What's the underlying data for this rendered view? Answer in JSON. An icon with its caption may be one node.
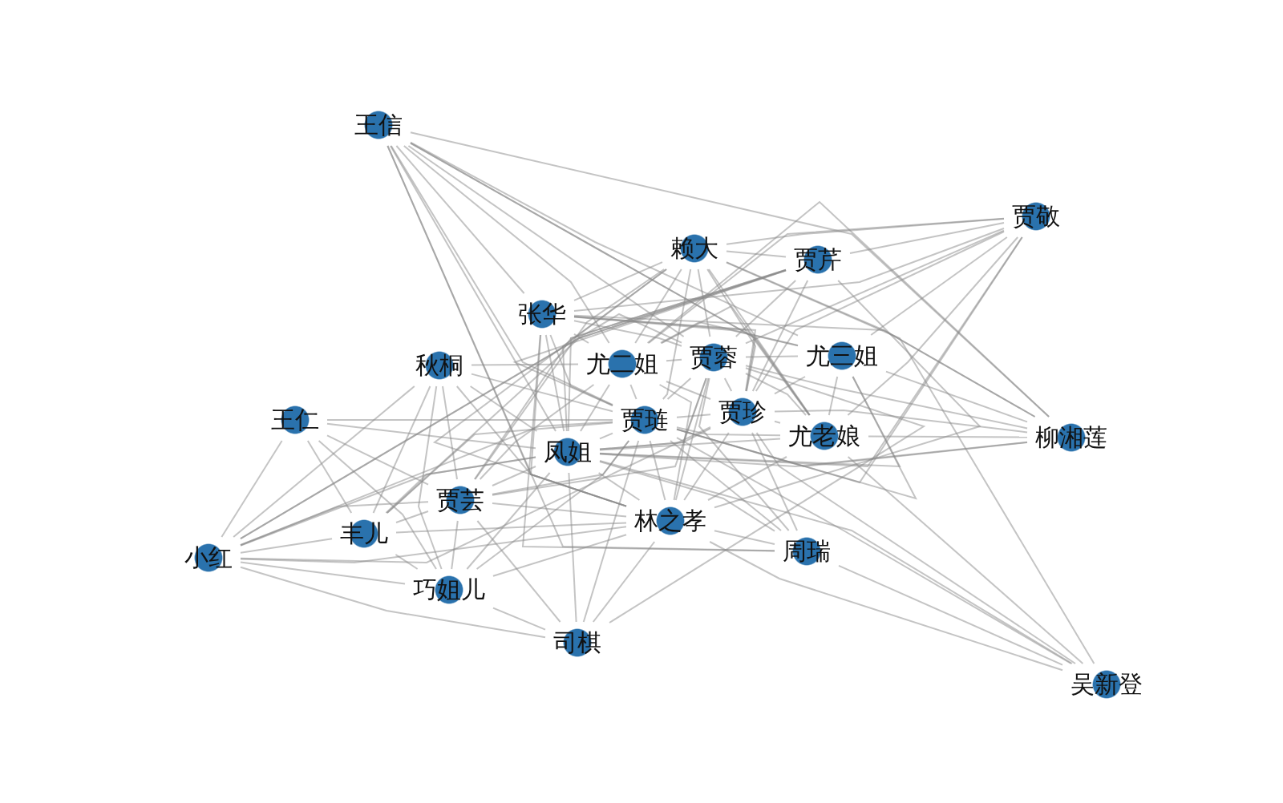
{
  "diagram": {
    "nodes": [
      {
        "text": [
          "王信"
        ]
      },
      {
        "text": [
          "赖大"
        ]
      },
      {
        "text": [
          "贾芹"
        ]
      },
      {
        "text": [
          "贾敬"
        ]
      },
      {
        "text": [
          "张华"
        ]
      },
      {
        "text": [
          "秋桐"
        ]
      },
      {
        "text": [
          "尤二姐"
        ]
      },
      {
        "text": [
          "贾蓉"
        ]
      },
      {
        "text": [
          "尤三姐"
        ]
      },
      {
        "text": [
          "王仁"
        ]
      },
      {
        "text": [
          "贾琏"
        ]
      },
      {
        "text": [
          "贾珍"
        ]
      },
      {
        "text": [
          "凤姐"
        ]
      },
      {
        "text": [
          "尤老娘"
        ]
      },
      {
        "text": [
          "柳湘莲"
        ]
      },
      {
        "text": [
          "贾芸"
        ]
      },
      {
        "text": [
          "林之孝"
        ]
      },
      {
        "text": [
          "丰儿"
        ]
      },
      {
        "text": [
          "周瑞"
        ]
      },
      {
        "text": [
          "小红"
        ]
      },
      {
        "text": [
          "巧姐儿"
        ]
      },
      {
        "text": [
          "司棋"
        ]
      },
      {
        "text": [
          "吴新登"
        ]
      }
    ],
    "edges": [
      {
        "from": 0,
        "to": 4,
        "arrow": "none"
      },
      {
        "from": 0,
        "to": 6,
        "arrow": "none"
      },
      {
        "from": 0,
        "to": 7,
        "arrow": "none"
      },
      {
        "from": 0,
        "to": 8,
        "arrow": "none"
      },
      {
        "from": 0,
        "to": 10,
        "arrow": "none"
      },
      {
        "from": 0,
        "to": 11,
        "arrow": "none"
      },
      {
        "from": 0,
        "to": 12,
        "arrow": "none"
      },
      {
        "from": 0,
        "to": 13,
        "arrow": "none"
      },
      {
        "from": 0,
        "to": 14,
        "arrow": "none"
      },
      {
        "from": 0,
        "to": 16,
        "arrow": "none"
      },
      {
        "from": 0,
        "to": 18,
        "arrow": "none"
      },
      {
        "from": 1,
        "to": 2,
        "arrow": "none"
      },
      {
        "from": 1,
        "to": 3,
        "arrow": "none"
      },
      {
        "from": 1,
        "to": 4,
        "arrow": "none"
      },
      {
        "from": 1,
        "to": 6,
        "arrow": "none"
      },
      {
        "from": 1,
        "to": 7,
        "arrow": "none"
      },
      {
        "from": 1,
        "to": 10,
        "arrow": "none"
      },
      {
        "from": 1,
        "to": 11,
        "arrow": "none"
      },
      {
        "from": 1,
        "to": 12,
        "arrow": "none"
      },
      {
        "from": 1,
        "to": 13,
        "arrow": "none"
      },
      {
        "from": 1,
        "to": 14,
        "arrow": "none"
      },
      {
        "from": 1,
        "to": 15,
        "arrow": "none"
      },
      {
        "from": 1,
        "to": 16,
        "arrow": "none"
      },
      {
        "from": 1,
        "to": 22,
        "arrow": "none"
      },
      {
        "from": 2,
        "to": 3,
        "arrow": "none"
      },
      {
        "from": 2,
        "to": 7,
        "arrow": "none"
      },
      {
        "from": 2,
        "to": 10,
        "arrow": "none"
      },
      {
        "from": 2,
        "to": 11,
        "arrow": "none"
      },
      {
        "from": 2,
        "to": 12,
        "arrow": "none"
      },
      {
        "from": 2,
        "to": 15,
        "arrow": "none"
      },
      {
        "from": 2,
        "to": 16,
        "arrow": "none"
      },
      {
        "from": 2,
        "to": 17,
        "arrow": "none"
      },
      {
        "from": 2,
        "to": 19,
        "arrow": "none"
      },
      {
        "from": 3,
        "to": 4,
        "arrow": "none"
      },
      {
        "from": 3,
        "to": 6,
        "arrow": "none"
      },
      {
        "from": 3,
        "to": 7,
        "arrow": "none"
      },
      {
        "from": 3,
        "to": 8,
        "arrow": "none"
      },
      {
        "from": 3,
        "to": 10,
        "arrow": "none"
      },
      {
        "from": 3,
        "to": 11,
        "arrow": "none"
      },
      {
        "from": 3,
        "to": 12,
        "arrow": "none"
      },
      {
        "from": 3,
        "to": 13,
        "arrow": "none"
      },
      {
        "from": 4,
        "to": 6,
        "arrow": "none"
      },
      {
        "from": 4,
        "to": 7,
        "arrow": "none"
      },
      {
        "from": 4,
        "to": 8,
        "arrow": "none"
      },
      {
        "from": 4,
        "to": 10,
        "arrow": "none"
      },
      {
        "from": 4,
        "to": 11,
        "arrow": "none"
      },
      {
        "from": 4,
        "to": 12,
        "arrow": "none"
      },
      {
        "from": 4,
        "to": 13,
        "arrow": "none"
      },
      {
        "from": 4,
        "to": 14,
        "arrow": "none"
      },
      {
        "from": 4,
        "to": 16,
        "arrow": "none"
      },
      {
        "from": 4,
        "to": 18,
        "arrow": "none"
      },
      {
        "from": 5,
        "to": 6,
        "arrow": "none"
      },
      {
        "from": 5,
        "to": 10,
        "arrow": "none"
      },
      {
        "from": 5,
        "to": 12,
        "arrow": "none"
      },
      {
        "from": 5,
        "to": 15,
        "arrow": "none"
      },
      {
        "from": 5,
        "to": 16,
        "arrow": "none"
      },
      {
        "from": 5,
        "to": 17,
        "arrow": "none"
      },
      {
        "from": 5,
        "to": 19,
        "arrow": "none"
      },
      {
        "from": 5,
        "to": 20,
        "arrow": "none"
      },
      {
        "from": 6,
        "to": 7,
        "arrow": "none"
      },
      {
        "from": 6,
        "to": 8,
        "arrow": "none"
      },
      {
        "from": 6,
        "to": 10,
        "arrow": "none"
      },
      {
        "from": 6,
        "to": 11,
        "arrow": "none"
      },
      {
        "from": 6,
        "to": 12,
        "arrow": "none"
      },
      {
        "from": 6,
        "to": 13,
        "arrow": "none"
      },
      {
        "from": 6,
        "to": 14,
        "arrow": "none"
      },
      {
        "from": 6,
        "to": 15,
        "arrow": "none"
      },
      {
        "from": 6,
        "to": 16,
        "arrow": "none"
      },
      {
        "from": 7,
        "to": 8,
        "arrow": "none"
      },
      {
        "from": 7,
        "to": 10,
        "arrow": "none"
      },
      {
        "from": 7,
        "to": 11,
        "arrow": "none"
      },
      {
        "from": 7,
        "to": 12,
        "arrow": "none"
      },
      {
        "from": 7,
        "to": 13,
        "arrow": "none"
      },
      {
        "from": 7,
        "to": 14,
        "arrow": "none"
      },
      {
        "from": 7,
        "to": 15,
        "arrow": "none"
      },
      {
        "from": 7,
        "to": 16,
        "arrow": "none"
      },
      {
        "from": 7,
        "to": 18,
        "arrow": "none"
      },
      {
        "from": 7,
        "to": 19,
        "arrow": "none"
      },
      {
        "from": 7,
        "to": 21,
        "arrow": "none"
      },
      {
        "from": 8,
        "to": 10,
        "arrow": "none"
      },
      {
        "from": 8,
        "to": 11,
        "arrow": "none"
      },
      {
        "from": 8,
        "to": 12,
        "arrow": "none"
      },
      {
        "from": 8,
        "to": 13,
        "arrow": "none"
      },
      {
        "from": 8,
        "to": 14,
        "arrow": "none"
      },
      {
        "from": 9,
        "to": 10,
        "arrow": "none"
      },
      {
        "from": 9,
        "to": 12,
        "arrow": "none"
      },
      {
        "from": 9,
        "to": 15,
        "arrow": "none"
      },
      {
        "from": 9,
        "to": 17,
        "arrow": "none"
      },
      {
        "from": 9,
        "to": 19,
        "arrow": "none"
      },
      {
        "from": 9,
        "to": 20,
        "arrow": "none"
      },
      {
        "from": 10,
        "to": 11,
        "arrow": "none"
      },
      {
        "from": 10,
        "to": 12,
        "arrow": "none"
      },
      {
        "from": 10,
        "to": 13,
        "arrow": "none"
      },
      {
        "from": 10,
        "to": 14,
        "arrow": "none"
      },
      {
        "from": 10,
        "to": 15,
        "arrow": "none"
      },
      {
        "from": 10,
        "to": 16,
        "arrow": "none"
      },
      {
        "from": 10,
        "to": 17,
        "arrow": "none"
      },
      {
        "from": 10,
        "to": 18,
        "arrow": "none"
      },
      {
        "from": 10,
        "to": 19,
        "arrow": "none"
      },
      {
        "from": 10,
        "to": 20,
        "arrow": "none"
      },
      {
        "from": 10,
        "to": 21,
        "arrow": "none"
      },
      {
        "from": 10,
        "to": 22,
        "arrow": "none"
      },
      {
        "from": 11,
        "to": 12,
        "arrow": "none"
      },
      {
        "from": 11,
        "to": 13,
        "arrow": "none"
      },
      {
        "from": 11,
        "to": 14,
        "arrow": "none"
      },
      {
        "from": 11,
        "to": 16,
        "arrow": "none"
      },
      {
        "from": 11,
        "to": 18,
        "arrow": "none"
      },
      {
        "from": 11,
        "to": 19,
        "arrow": "none"
      },
      {
        "from": 11,
        "to": 22,
        "arrow": "none"
      },
      {
        "from": 12,
        "to": 13,
        "arrow": "none"
      },
      {
        "from": 12,
        "to": 14,
        "arrow": "none"
      },
      {
        "from": 12,
        "to": 15,
        "arrow": "none"
      },
      {
        "from": 12,
        "to": 16,
        "arrow": "none"
      },
      {
        "from": 12,
        "to": 17,
        "arrow": "none"
      },
      {
        "from": 12,
        "to": 18,
        "arrow": "none"
      },
      {
        "from": 12,
        "to": 19,
        "arrow": "none"
      },
      {
        "from": 12,
        "to": 20,
        "arrow": "none"
      },
      {
        "from": 12,
        "to": 21,
        "arrow": "none"
      },
      {
        "from": 12,
        "to": 22,
        "arrow": "none"
      },
      {
        "from": 13,
        "to": 14,
        "arrow": "none"
      },
      {
        "from": 13,
        "to": 16,
        "arrow": "none"
      },
      {
        "from": 13,
        "to": 22,
        "arrow": "none"
      },
      {
        "from": 15,
        "to": 16,
        "arrow": "none"
      },
      {
        "from": 15,
        "to": 17,
        "arrow": "none"
      },
      {
        "from": 15,
        "to": 19,
        "arrow": "none"
      },
      {
        "from": 15,
        "to": 20,
        "arrow": "none"
      },
      {
        "from": 15,
        "to": 21,
        "arrow": "none"
      },
      {
        "from": 16,
        "to": 17,
        "arrow": "none"
      },
      {
        "from": 16,
        "to": 18,
        "arrow": "none"
      },
      {
        "from": 16,
        "to": 19,
        "arrow": "none"
      },
      {
        "from": 16,
        "to": 20,
        "arrow": "none"
      },
      {
        "from": 16,
        "to": 21,
        "arrow": "none"
      },
      {
        "from": 16,
        "to": 22,
        "arrow": "none"
      },
      {
        "from": 17,
        "to": 19,
        "arrow": "none"
      },
      {
        "from": 17,
        "to": 20,
        "arrow": "none"
      },
      {
        "from": 18,
        "to": 22,
        "arrow": "none"
      },
      {
        "from": 19,
        "to": 20,
        "arrow": "none"
      },
      {
        "from": 19,
        "to": 21,
        "arrow": "none"
      },
      {
        "from": 20,
        "to": 21,
        "arrow": "none"
      }
    ]
  }
}
